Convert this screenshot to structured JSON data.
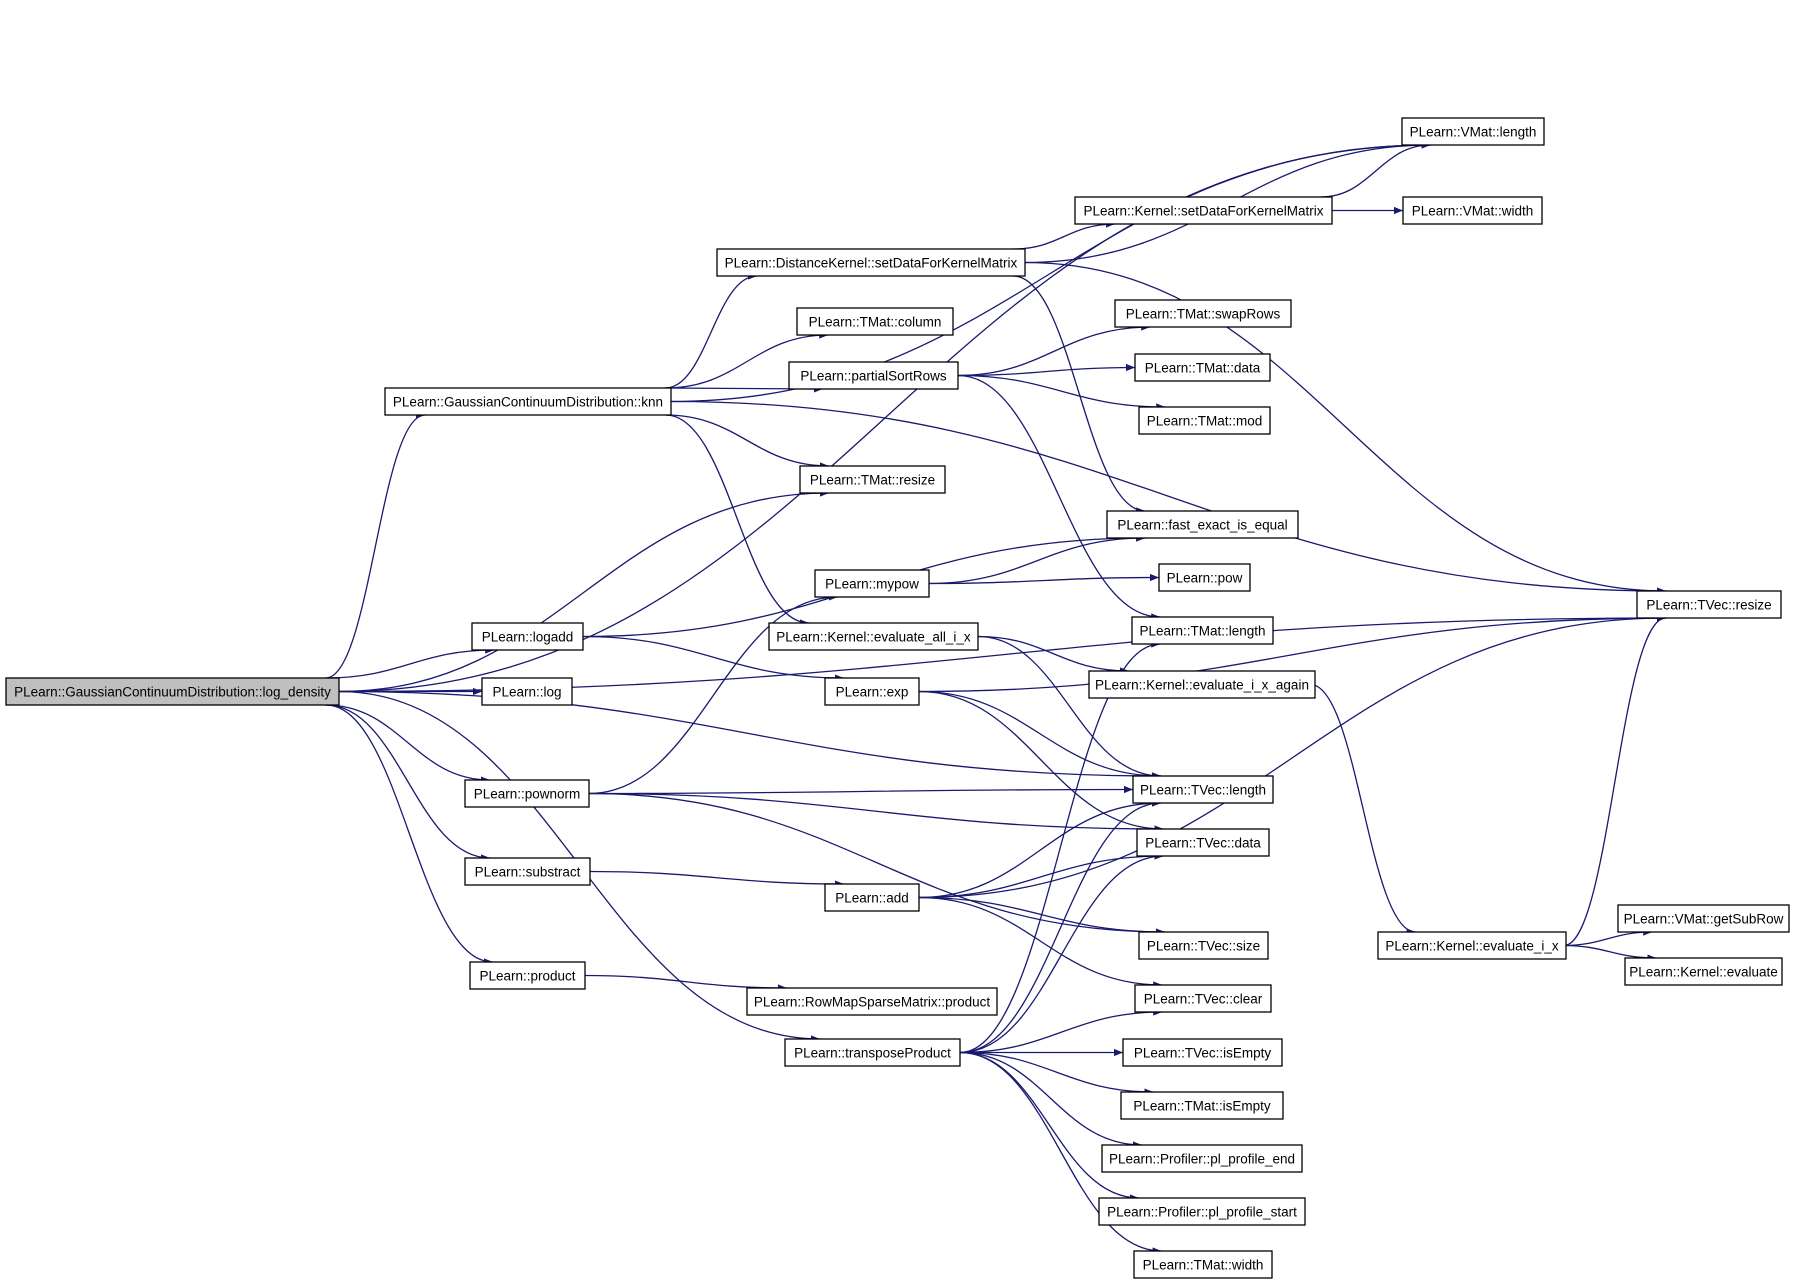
{
  "graph": {
    "root": "log_density",
    "nodes": [
      {
        "id": "log_density",
        "label": "PLearn::GaussianContinuumDistribution::log_density"
      },
      {
        "id": "knn",
        "label": "PLearn::GaussianContinuumDistribution::knn"
      },
      {
        "id": "logadd",
        "label": "PLearn::logadd"
      },
      {
        "id": "log",
        "label": "PLearn::log"
      },
      {
        "id": "pownorm",
        "label": "PLearn::pownorm"
      },
      {
        "id": "substract",
        "label": "PLearn::substract"
      },
      {
        "id": "product",
        "label": "PLearn::product"
      },
      {
        "id": "dk_setdata",
        "label": "PLearn::DistanceKernel::setDataForKernelMatrix"
      },
      {
        "id": "tmat_column",
        "label": "PLearn::TMat::column"
      },
      {
        "id": "partialSortRows",
        "label": "PLearn::partialSortRows"
      },
      {
        "id": "tmat_resize",
        "label": "PLearn::TMat::resize"
      },
      {
        "id": "mypow",
        "label": "PLearn::mypow"
      },
      {
        "id": "eval_all",
        "label": "PLearn::Kernel::evaluate_all_i_x"
      },
      {
        "id": "exp",
        "label": "PLearn::exp"
      },
      {
        "id": "add",
        "label": "PLearn::add"
      },
      {
        "id": "rowmap_product",
        "label": "PLearn::RowMapSparseMatrix::product"
      },
      {
        "id": "transposeProduct",
        "label": "PLearn::transposeProduct"
      },
      {
        "id": "vmat_length",
        "label": "PLearn::VMat::length"
      },
      {
        "id": "k_setdata",
        "label": "PLearn::Kernel::setDataForKernelMatrix"
      },
      {
        "id": "vmat_width",
        "label": "PLearn::VMat::width"
      },
      {
        "id": "tmat_swapRows",
        "label": "PLearn::TMat::swapRows"
      },
      {
        "id": "tmat_data",
        "label": "PLearn::TMat::data"
      },
      {
        "id": "tmat_mod",
        "label": "PLearn::TMat::mod"
      },
      {
        "id": "fast_eq",
        "label": "PLearn::fast_exact_is_equal"
      },
      {
        "id": "pow",
        "label": "PLearn::pow"
      },
      {
        "id": "tmat_length",
        "label": "PLearn::TMat::length"
      },
      {
        "id": "eval_again",
        "label": "PLearn::Kernel::evaluate_i_x_again"
      },
      {
        "id": "tvec_length",
        "label": "PLearn::TVec::length"
      },
      {
        "id": "tvec_data",
        "label": "PLearn::TVec::data"
      },
      {
        "id": "tvec_size",
        "label": "PLearn::TVec::size"
      },
      {
        "id": "tvec_clear",
        "label": "PLearn::TVec::clear"
      },
      {
        "id": "tvec_isEmpty",
        "label": "PLearn::TVec::isEmpty"
      },
      {
        "id": "tmat_isEmpty",
        "label": "PLearn::TMat::isEmpty"
      },
      {
        "id": "prof_end",
        "label": "PLearn::Profiler::pl_profile_end"
      },
      {
        "id": "prof_start",
        "label": "PLearn::Profiler::pl_profile_start"
      },
      {
        "id": "tmat_width",
        "label": "PLearn::TMat::width"
      },
      {
        "id": "tvec_resize",
        "label": "PLearn::TVec::resize"
      },
      {
        "id": "eval_i_x",
        "label": "PLearn::Kernel::evaluate_i_x"
      },
      {
        "id": "vmat_getSubRow",
        "label": "PLearn::VMat::getSubRow"
      },
      {
        "id": "k_evaluate",
        "label": "PLearn::Kernel::evaluate"
      }
    ],
    "edges": [
      [
        "log_density",
        "tvec_resize"
      ],
      [
        "log_density",
        "vmat_length"
      ],
      [
        "log_density",
        "knn"
      ],
      [
        "log_density",
        "tmat_resize"
      ],
      [
        "log_density",
        "logadd"
      ],
      [
        "log_density",
        "log"
      ],
      [
        "log_density",
        "tvec_length"
      ],
      [
        "log_density",
        "pownorm"
      ],
      [
        "log_density",
        "substract"
      ],
      [
        "log_density",
        "product"
      ],
      [
        "log_density",
        "transposeProduct"
      ],
      [
        "knn",
        "vmat_length"
      ],
      [
        "knn",
        "dk_setdata"
      ],
      [
        "knn",
        "tmat_column"
      ],
      [
        "knn",
        "partialSortRows"
      ],
      [
        "knn",
        "tvec_resize"
      ],
      [
        "knn",
        "tmat_resize"
      ],
      [
        "knn",
        "eval_all"
      ],
      [
        "dk_setdata",
        "vmat_length"
      ],
      [
        "dk_setdata",
        "k_setdata"
      ],
      [
        "dk_setdata",
        "tvec_resize"
      ],
      [
        "dk_setdata",
        "fast_eq"
      ],
      [
        "k_setdata",
        "vmat_length"
      ],
      [
        "k_setdata",
        "vmat_width"
      ],
      [
        "partialSortRows",
        "tmat_swapRows"
      ],
      [
        "partialSortRows",
        "tmat_data"
      ],
      [
        "partialSortRows",
        "tmat_mod"
      ],
      [
        "partialSortRows",
        "tmat_length"
      ],
      [
        "logadd",
        "fast_eq"
      ],
      [
        "logadd",
        "exp"
      ],
      [
        "mypow",
        "fast_eq"
      ],
      [
        "mypow",
        "pow"
      ],
      [
        "eval_all",
        "eval_again"
      ],
      [
        "eval_all",
        "tvec_length"
      ],
      [
        "eval_again",
        "eval_i_x"
      ],
      [
        "eval_i_x",
        "tvec_resize"
      ],
      [
        "eval_i_x",
        "vmat_getSubRow"
      ],
      [
        "eval_i_x",
        "k_evaluate"
      ],
      [
        "exp",
        "tvec_resize"
      ],
      [
        "exp",
        "tvec_length"
      ],
      [
        "exp",
        "tvec_data"
      ],
      [
        "pownorm",
        "mypow"
      ],
      [
        "pownorm",
        "tvec_length"
      ],
      [
        "pownorm",
        "tvec_data"
      ],
      [
        "pownorm",
        "tvec_size"
      ],
      [
        "substract",
        "add"
      ],
      [
        "add",
        "tvec_length"
      ],
      [
        "add",
        "tvec_data"
      ],
      [
        "add",
        "tvec_resize"
      ],
      [
        "add",
        "tvec_size"
      ],
      [
        "add",
        "tvec_clear"
      ],
      [
        "product",
        "rowmap_product"
      ],
      [
        "transposeProduct",
        "tmat_length"
      ],
      [
        "transposeProduct",
        "tvec_length"
      ],
      [
        "transposeProduct",
        "tvec_data"
      ],
      [
        "transposeProduct",
        "tvec_clear"
      ],
      [
        "transposeProduct",
        "tvec_isEmpty"
      ],
      [
        "transposeProduct",
        "tmat_isEmpty"
      ],
      [
        "transposeProduct",
        "prof_end"
      ],
      [
        "transposeProduct",
        "prof_start"
      ],
      [
        "transposeProduct",
        "tmat_width"
      ]
    ]
  },
  "colors": {
    "edge": "#191970",
    "root_fill": "#bfbfbf",
    "node_fill": "#ffffff",
    "node_stroke": "#000000"
  }
}
